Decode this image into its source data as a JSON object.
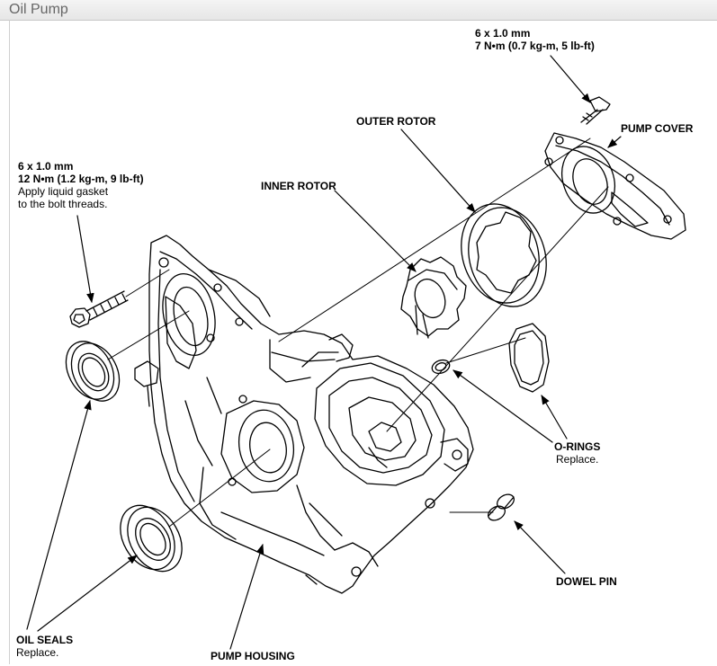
{
  "window": {
    "title": "Oil Pump"
  },
  "callouts": {
    "cover_bolt": {
      "line1": "6 x 1.0 mm",
      "line2": "7 N•m (0.7 kg-m, 5 lb-ft)"
    },
    "housing_bolt": {
      "line1": "6 x 1.0 mm",
      "line2": "12 N•m (1.2 kg-m, 9 lb-ft)",
      "line3": "Apply liquid gasket",
      "line4": "to the bolt threads."
    },
    "pump_cover": "PUMP COVER",
    "outer_rotor": "OUTER ROTOR",
    "inner_rotor": "INNER ROTOR",
    "o_rings": {
      "name": "O-RINGS",
      "note": "Replace."
    },
    "dowel_pin": "DOWEL PIN",
    "oil_seals": {
      "name": "OIL SEALS",
      "note": "Replace."
    },
    "pump_housing": "PUMP HOUSING"
  }
}
